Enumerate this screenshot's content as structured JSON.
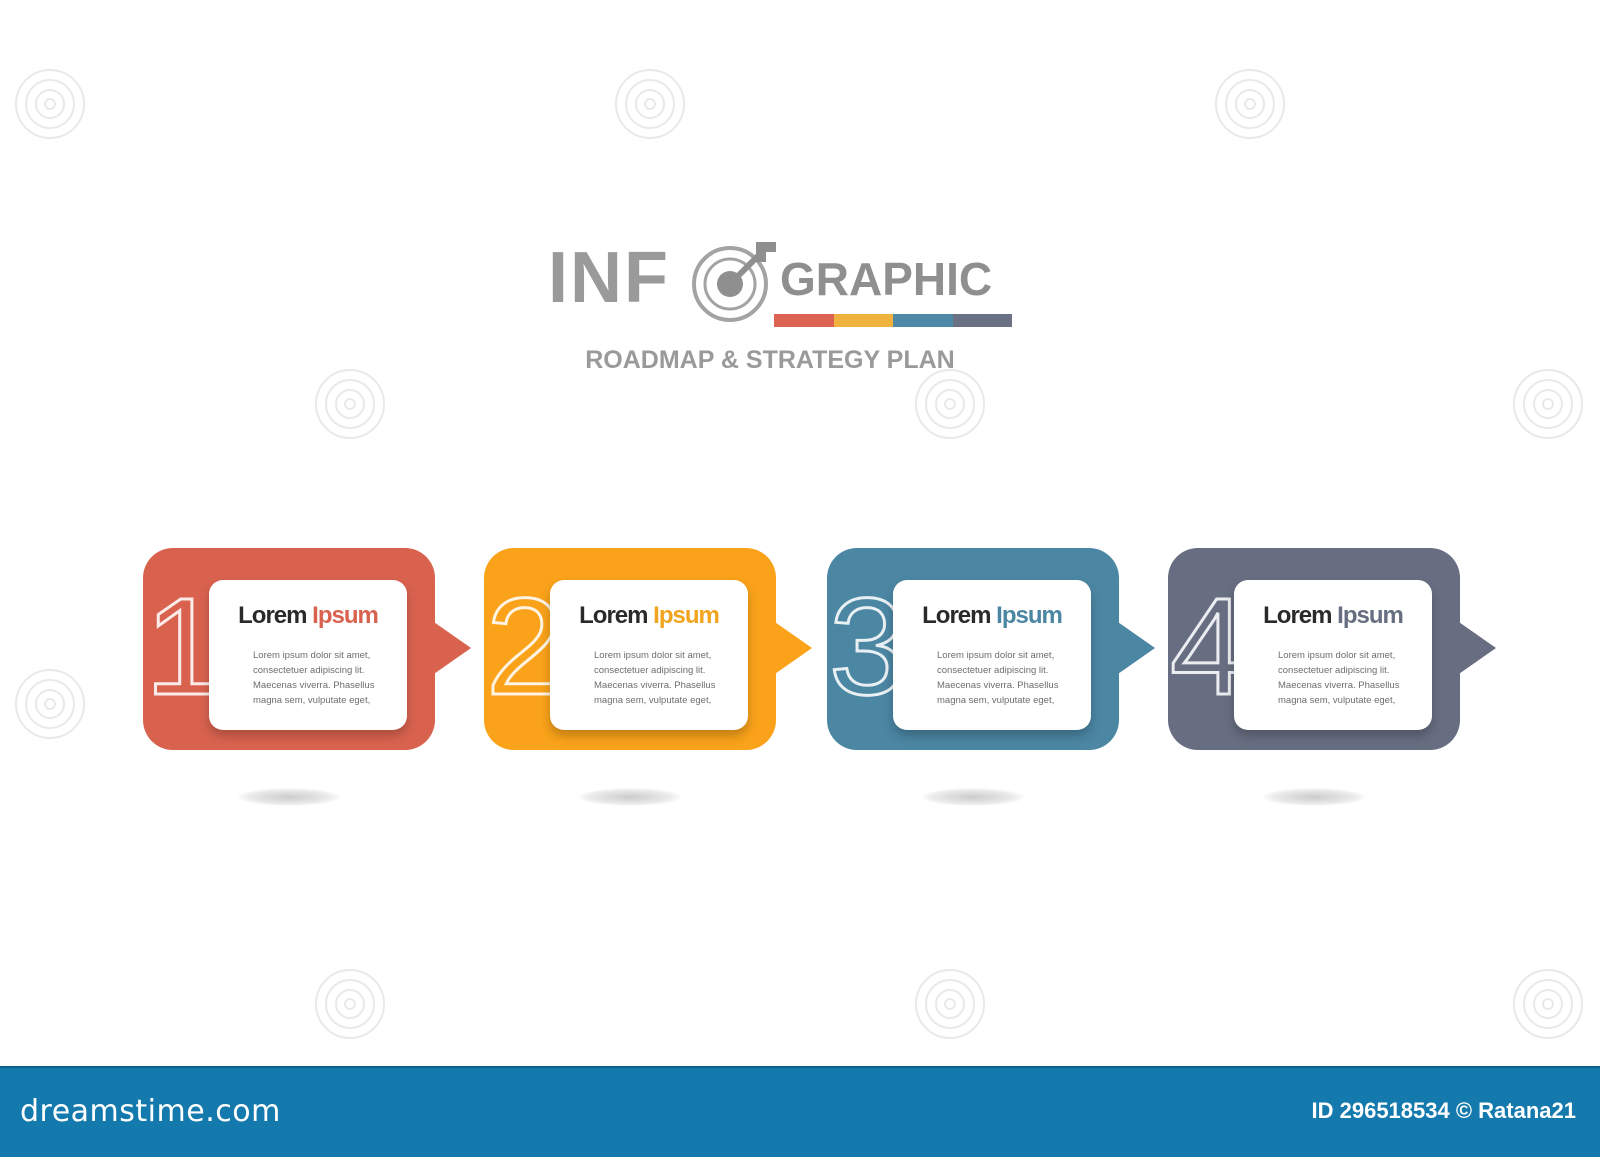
{
  "header": {
    "title_part1": "INF",
    "title_part2": "GRAPHIC",
    "subtitle": "ROADMAP & STRATEGY PLAN",
    "color_bar": [
      "#dc6352",
      "#efb23c",
      "#4e8aa8",
      "#6b7185"
    ]
  },
  "steps": [
    {
      "number": "1",
      "title_word1": "Lorem",
      "title_word2": "Ipsum",
      "color": "#d9624f",
      "accent": "#d9624f",
      "body": [
        "Lorem ipsum dolor sit amet,",
        "consectetuer adipiscing   lit.",
        "Maecenas viverra. Phasellus",
        "magna sem, vulputate eget,"
      ]
    },
    {
      "number": "2",
      "title_word1": "Lorem",
      "title_word2": "Ipsum",
      "color": "#f9a21a",
      "accent": "#f2a41e",
      "body": [
        "Lorem ipsum dolor sit amet,",
        "consectetuer adipiscing   lit.",
        "Maecenas viverra. Phasellus",
        "magna sem, vulputate eget,"
      ]
    },
    {
      "number": "3",
      "title_word1": "Lorem",
      "title_word2": "Ipsum",
      "color": "#4b86a3",
      "accent": "#4b86a3",
      "body": [
        "Lorem ipsum dolor sit amet,",
        "consectetuer adipiscing   lit.",
        "Maecenas viverra. Phasellus",
        "magna sem, vulputate eget,"
      ]
    },
    {
      "number": "4",
      "title_word1": "Lorem",
      "title_word2": "Ipsum",
      "color": "#676e81",
      "accent": "#676e81",
      "body": [
        "Lorem ipsum dolor sit amet,",
        "consectetuer adipiscing   lit.",
        "Maecenas viverra. Phasellus",
        "magna sem, vulputate eget,"
      ]
    }
  ],
  "footer": {
    "site": "dreamstime.com",
    "credit": "ID 296518534 © Ratana21",
    "background": "#1479ad"
  }
}
